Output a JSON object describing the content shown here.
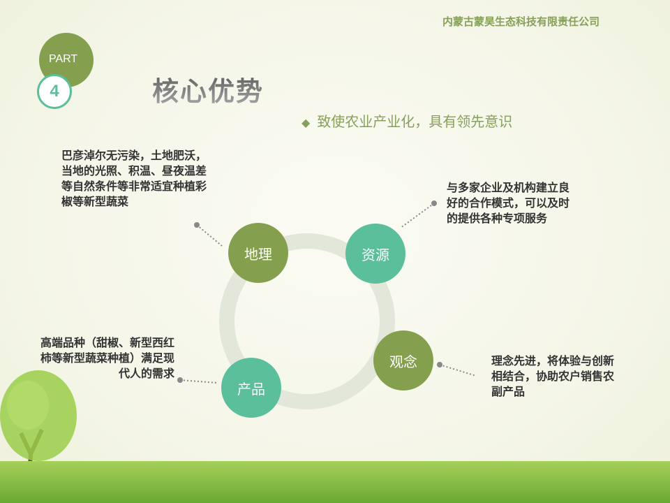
{
  "company": "内蒙古蒙昊生态科技有限责任公司",
  "part": {
    "label": "PART",
    "number": "4"
  },
  "title": "核心优势",
  "subtitle": "致使农业产业化，具有领先意识",
  "nodes": {
    "geo": "地理",
    "resource": "资源",
    "concept": "观念",
    "product": "产品"
  },
  "descriptions": {
    "geo": [
      "巴彦淖尔无污染，土地肥沃，",
      "当地的光照、积温、昼夜温差",
      "等自然条件等非常适宜种植彩",
      "椒等新型蔬菜"
    ],
    "resource": [
      "与多家企业及机构建立良",
      "好的合作模式，可以及时",
      "的提供各种专项服务"
    ],
    "concept": [
      "理念先进，将体验与创新",
      "相结合，协助农户销售农",
      "副产品"
    ],
    "product": [
      "高端品种（甜椒、新型西红",
      "柿等新型蔬菜种植）满足现",
      "代人的需求"
    ]
  },
  "colors": {
    "olive": "#84a04e",
    "teal": "#5cbf9b"
  }
}
